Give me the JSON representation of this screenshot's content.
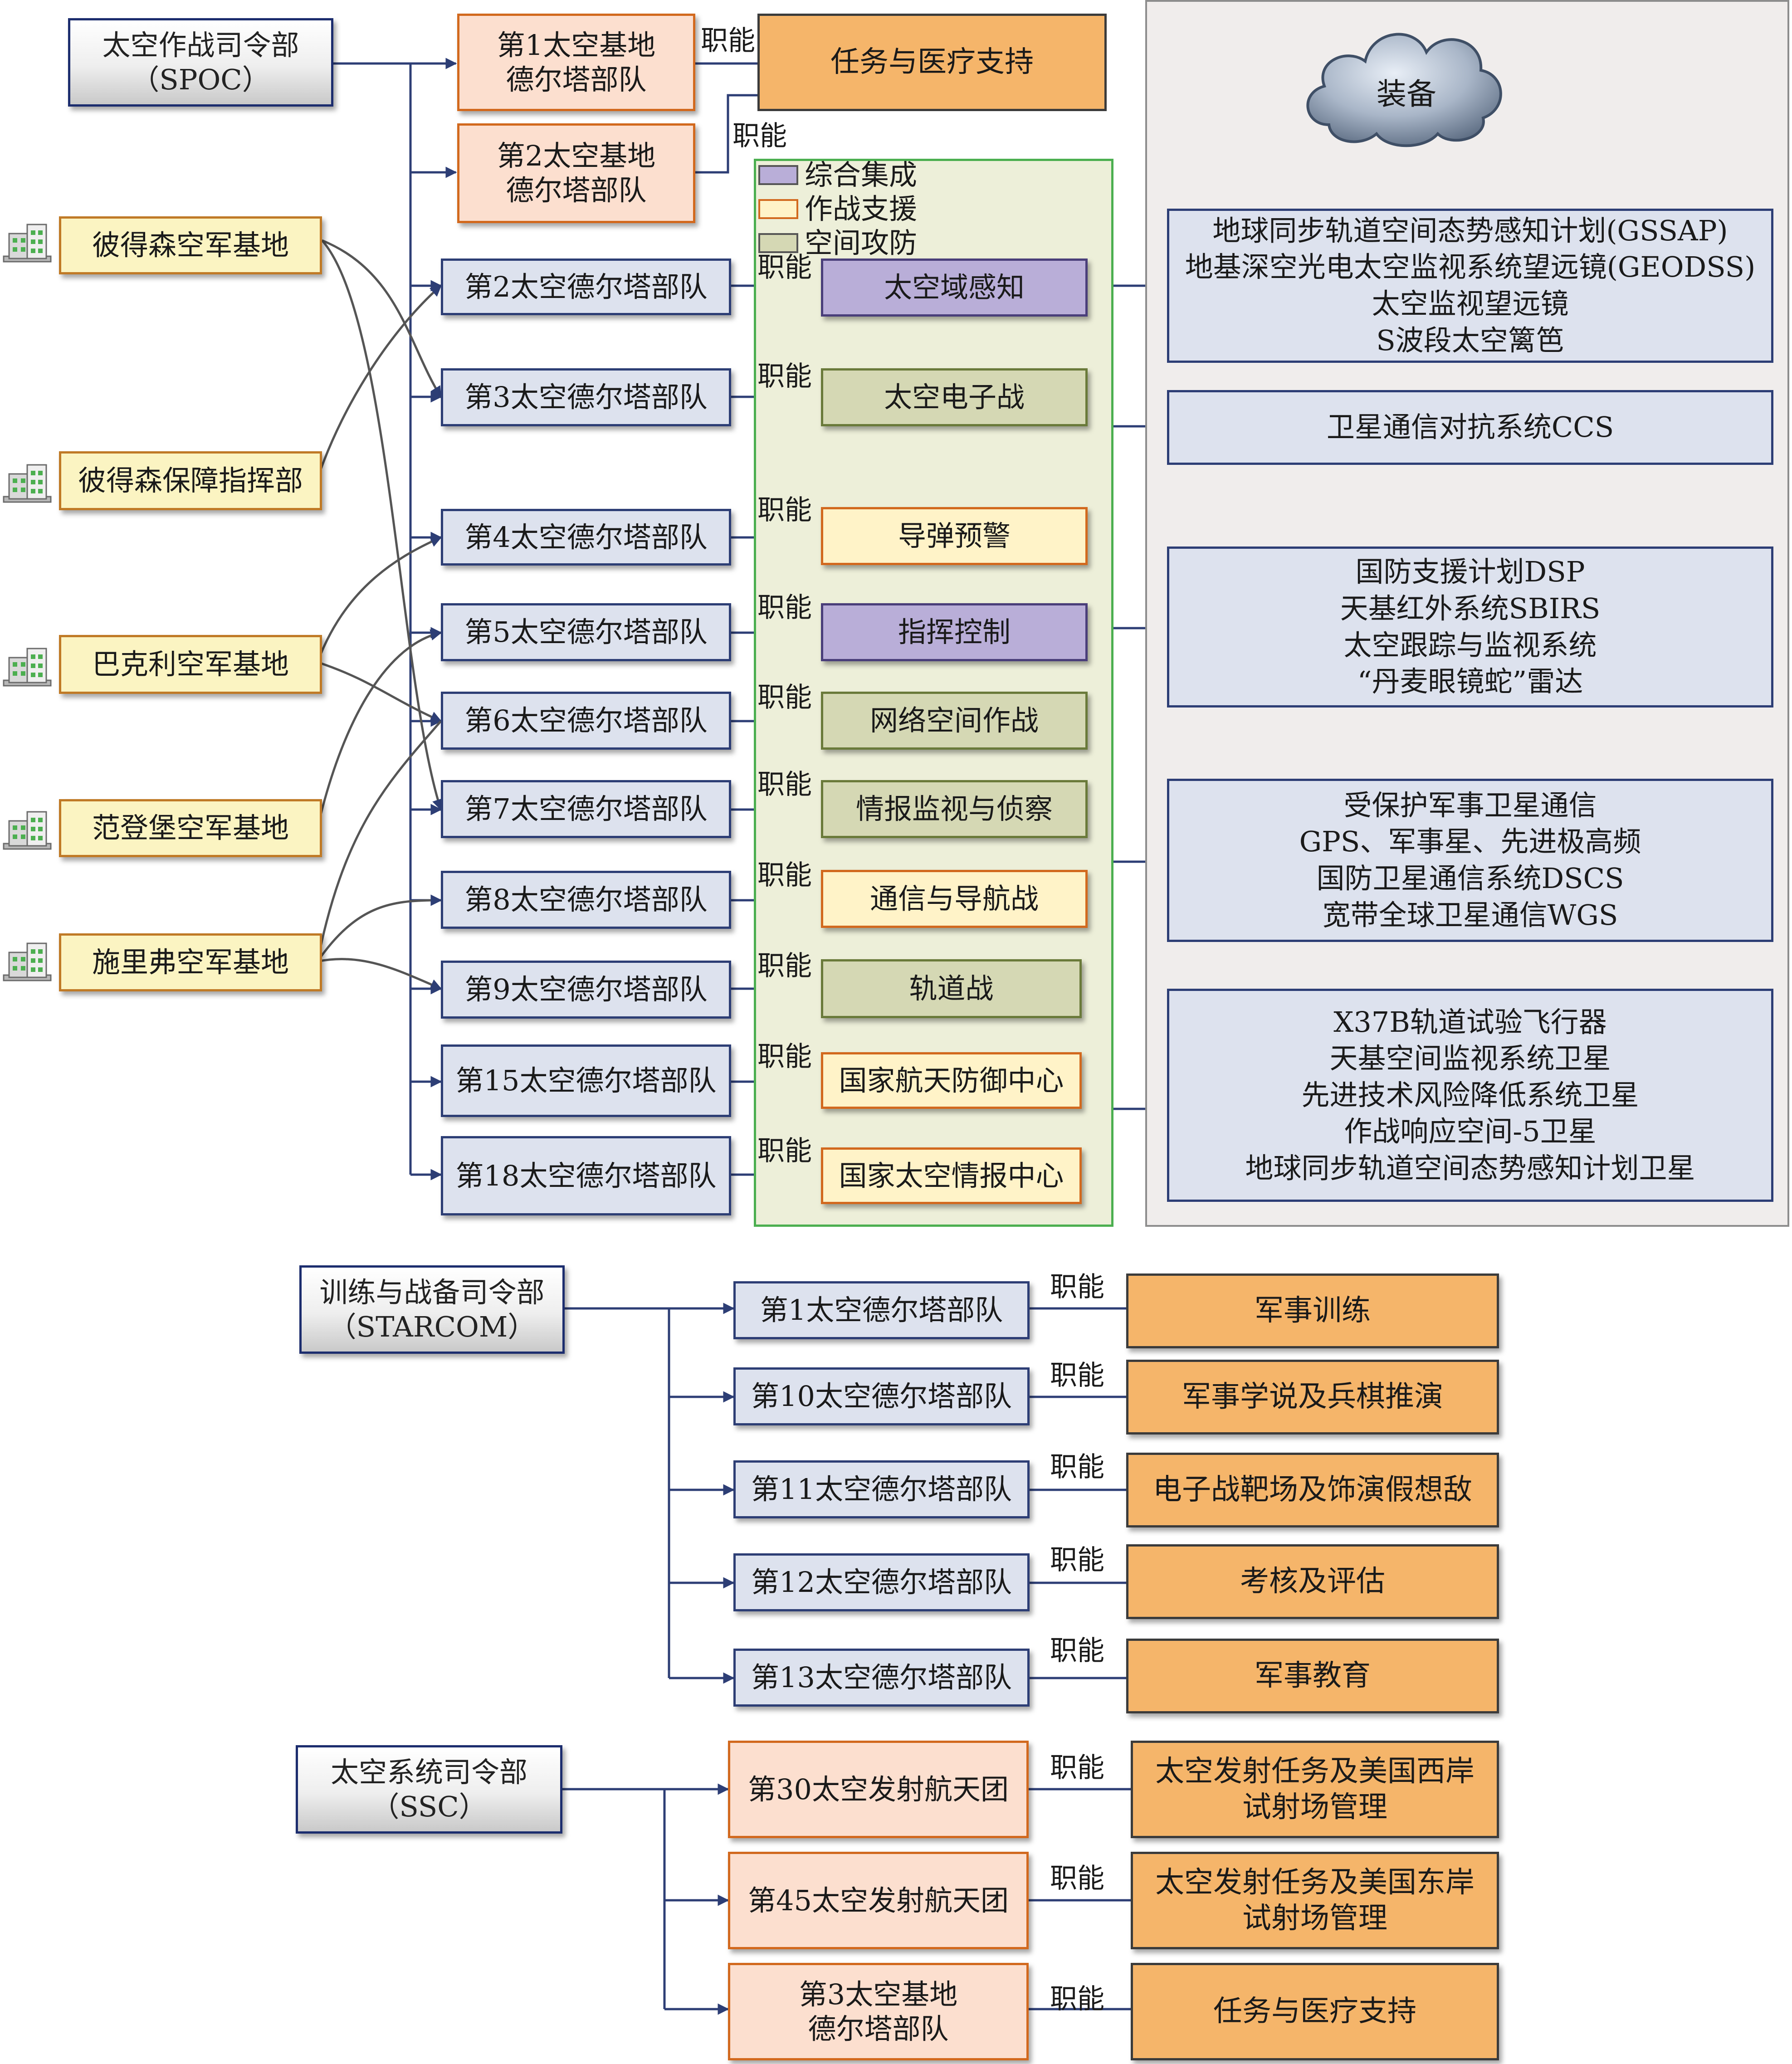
{
  "spoc": {
    "name": "太空作战司令部",
    "abbr": "（SPOC）"
  },
  "starcom": {
    "name": "训练与战备司令部",
    "abbr": "（STARCOM）"
  },
  "ssc": {
    "name": "太空系统司令部",
    "abbr": "（SSC）"
  },
  "function_label": "职能",
  "spoc_bases": [
    {
      "l1": "第1太空基地",
      "l2": "德尔塔部队"
    },
    {
      "l1": "第2太空基地",
      "l2": "德尔塔部队"
    }
  ],
  "spoc_base_function": "任务与医疗支持",
  "locations": [
    "彼得森空军基地",
    "彼得森保障指挥部",
    "巴克利空军基地",
    "范登堡空军基地",
    "施里弗空军基地"
  ],
  "legend": [
    "综合集成",
    "作战支援",
    "空间攻防"
  ],
  "equipment_title": "装备",
  "spoc_deltas": [
    {
      "unit": "第2太空德尔塔部队",
      "func": "太空域感知"
    },
    {
      "unit": "第3太空德尔塔部队",
      "func": "太空电子战"
    },
    {
      "unit": "第4太空德尔塔部队",
      "func": "导弹预警"
    },
    {
      "unit": "第5太空德尔塔部队",
      "func": "指挥控制"
    },
    {
      "unit": "第6太空德尔塔部队",
      "func": "网络空间作战"
    },
    {
      "unit": "第7太空德尔塔部队",
      "func": "情报监视与侦察"
    },
    {
      "unit": "第8太空德尔塔部队",
      "func": "通信与导航战"
    },
    {
      "unit": "第9太空德尔塔部队",
      "func": "轨道战"
    },
    {
      "unit": "第15太空德尔塔部队",
      "func": "国家航天防御中心"
    },
    {
      "unit": "第18太空德尔塔部队",
      "func": "国家太空情报中心"
    }
  ],
  "equipment": [
    [
      "地球同步轨道空间态势感知计划(GSSAP)",
      "地基深空光电太空监视系统望远镜(GEODSS)",
      "太空监视望远镜",
      "S波段太空篱笆"
    ],
    [
      "卫星通信对抗系统CCS"
    ],
    [
      "国防支援计划DSP",
      "天基红外系统SBIRS",
      "太空跟踪与监视系统",
      "“丹麦眼镜蛇”雷达"
    ],
    [
      "受保护军事卫星通信",
      "GPS、军事星、先进极高频",
      "国防卫星通信系统DSCS",
      "宽带全球卫星通信WGS"
    ],
    [
      "X37B轨道试验飞行器",
      "天基空间监视系统卫星",
      "先进技术风险降低系统卫星",
      "作战响应空间-5卫星",
      "地球同步轨道空间态势感知计划卫星"
    ]
  ],
  "starcom_units": [
    {
      "unit": "第1太空德尔塔部队",
      "func": "军事训练"
    },
    {
      "unit": "第10太空德尔塔部队",
      "func": "军事学说及兵棋推演"
    },
    {
      "unit": "第11太空德尔塔部队",
      "func": "电子战靶场及饰演假想敌"
    },
    {
      "unit": "第12太空德尔塔部队",
      "func": "考核及评估"
    },
    {
      "unit": "第13太空德尔塔部队",
      "func": "军事教育"
    }
  ],
  "ssc_units": [
    {
      "l1": "第30太空发射航天团",
      "l2": "",
      "f1": "太空发射任务及美国西岸",
      "f2": "试射场管理"
    },
    {
      "l1": "第45太空发射航天团",
      "l2": "",
      "f1": "太空发射任务及美国东岸",
      "f2": "试射场管理"
    },
    {
      "l1": "第3太空基地",
      "l2": "德尔塔部队",
      "f1": "任务与医疗支持",
      "f2": ""
    }
  ]
}
